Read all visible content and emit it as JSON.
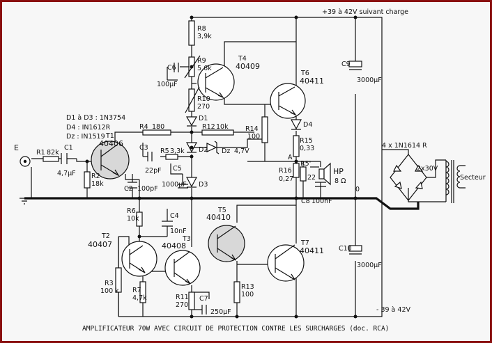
{
  "supply": {
    "positive": "+39 à 42V suivant charge",
    "negative": "- 39 à 42V"
  },
  "input": {
    "label": "E"
  },
  "legend": {
    "line1": "D1 à D3 : 1N3754",
    "line2": "D4 : IN1612R",
    "line3": "Dz : IN1519"
  },
  "transistors": {
    "t1": {
      "name": "T1",
      "type": "40406"
    },
    "t2": {
      "name": "T2",
      "type": "40407"
    },
    "t3": {
      "name": "T3",
      "type": "40408"
    },
    "t4": {
      "name": "T4",
      "type": "40409"
    },
    "t5": {
      "name": "T5",
      "type": "40410"
    },
    "t6": {
      "name": "T6",
      "type": "40411"
    },
    "t7": {
      "name": "T7",
      "type": "40411"
    }
  },
  "resistors": {
    "r1": {
      "name": "R1",
      "value": "82k"
    },
    "r2": {
      "name": "R2",
      "value": "18k"
    },
    "r3": {
      "name": "R3",
      "value": "100 k"
    },
    "r4": {
      "name": "R4",
      "value": "180"
    },
    "r5": {
      "name": "R5",
      "value": "3,3k"
    },
    "r6": {
      "name": "R6",
      "value": "10k"
    },
    "r7": {
      "name": "R7",
      "value": "4,7k"
    },
    "r8": {
      "name": "R8",
      "value": "3,9k"
    },
    "r9": {
      "name": "R9",
      "value": "5,6k"
    },
    "r10": {
      "name": "R10",
      "value": "270"
    },
    "r11": {
      "name": "R11",
      "value": "270"
    },
    "r12": {
      "name": "R12",
      "value": "10k"
    },
    "r13": {
      "name": "R13",
      "value": "100"
    },
    "r14": {
      "name": "R14",
      "value": "100"
    },
    "r15": {
      "name": "R15",
      "value": "0,33"
    },
    "r16": {
      "name": "R16",
      "value": "0,27"
    },
    "r5b": {
      "name": "R5'",
      "value": "22"
    }
  },
  "capacitors": {
    "c1": {
      "name": "C1",
      "value": "4,7µF"
    },
    "c2": {
      "name": "C2",
      "value": "100pF"
    },
    "c3": {
      "name": "C3",
      "value": "22pF"
    },
    "c4": {
      "name": "C4",
      "value": "10nF"
    },
    "c5": {
      "name": "C5",
      "value": "1000µF"
    },
    "c6": {
      "name": "C6",
      "value": "100µF"
    },
    "c7": {
      "name": "C7",
      "value": "250µF"
    },
    "c8": {
      "name": "C8",
      "value": "100nF"
    },
    "c9": {
      "name": "C9",
      "value": "3000µF"
    },
    "c10": {
      "name": "C10",
      "value": "3000µF"
    }
  },
  "diodes": {
    "d1": {
      "name": "D1"
    },
    "d2": {
      "name": "D2"
    },
    "d3": {
      "name": "D3"
    },
    "d4": {
      "name": "D4"
    },
    "dz": {
      "name": "Dz",
      "value": "4,7V"
    }
  },
  "speaker": {
    "name": "HP",
    "value": "8 Ω"
  },
  "nodes": {
    "a": "A",
    "zero": "0"
  },
  "bridge": {
    "label": "4 x 1N1614 R"
  },
  "transformer": {
    "secondary": "2x30V",
    "primary": "Secteur"
  },
  "caption": "AMPLIFICATEUR 70W AVEC CIRCUIT DE PROTECTION CONTRE LES SURCHARGES (doc. RCA)"
}
